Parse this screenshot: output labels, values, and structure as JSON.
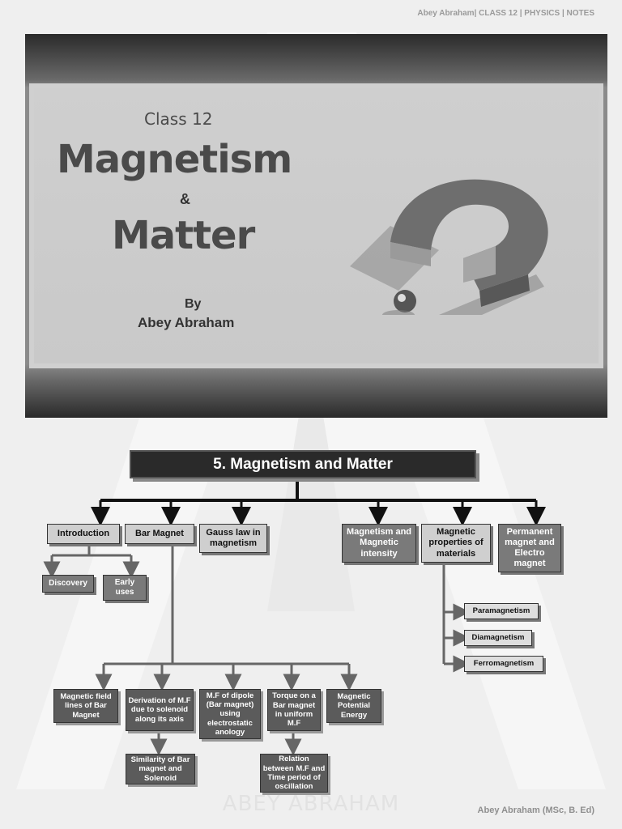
{
  "header": {
    "text": "Abey Abraham| CLASS 12 | PHYSICS | NOTES"
  },
  "banner": {
    "class_label": "Class 12",
    "title_line1": "Magnetism",
    "ampersand": "&",
    "title_line2": "Matter",
    "by": "By",
    "author": "Abey Abraham"
  },
  "diagram": {
    "title": "5. Magnetism and Matter",
    "top_nodes": [
      "Introduction",
      "Bar Magnet",
      "Gauss law in magnetism",
      "Magnetism and Magnetic intensity",
      "Magnetic properties of materials",
      "Permanent magnet and Electro magnet"
    ],
    "intro_children": [
      "Discovery",
      "Early uses"
    ],
    "properties_children": [
      "Paramagnetism",
      "Diamagnetism",
      "Ferromagnetism"
    ],
    "bar_children": [
      "Magnetic field lines of Bar Magnet",
      "Derivation of M.F due to solenoid along its axis",
      "M.F of dipole (Bar magnet) using electrostatic anology",
      "Torque on a Bar magnet in uniform M.F",
      "Magnetic Potential Energy"
    ],
    "derivation_child": "Similarity of Bar magnet and Solenoid",
    "torque_child": "Relation between M.F and Time period of oscillation"
  },
  "watermark": "ABEY ABRAHAM",
  "footer": {
    "text": "Abey Abraham (MSc, B. Ed)"
  }
}
